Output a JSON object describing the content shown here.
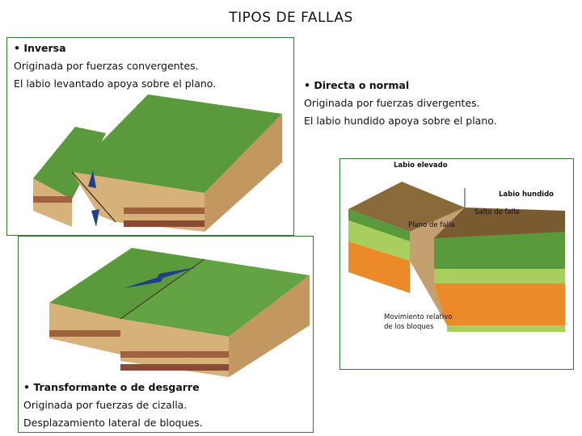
{
  "title": "TIPOS DE FALLAS",
  "inversa": {
    "heading": "• Inversa",
    "line1": "Originada por fuerzas convergentes.",
    "line2": "El labio levantado apoya sobre el plano."
  },
  "transformante": {
    "heading": "• Transformante o de desgarre",
    "line1": "Originada por fuerzas de cizalla.",
    "line2": "Desplazamiento lateral de bloques."
  },
  "directa": {
    "heading": "• Directa o normal",
    "line1": "Originada por fuerzas divergentes.",
    "line2": "El labio hundido apoya sobre el plano.",
    "labels": {
      "labio_elevado": "Labio elevado",
      "labio_hundido": "Labio hundido",
      "plano_falla": "Plano de falla",
      "salto_falla": "Salto de falla",
      "movimiento": "Movimiento relativo",
      "movimiento2": "de los bloques"
    }
  },
  "colors": {
    "grass": "#5a9a3c",
    "sand": "#d6b17a",
    "brown": "#a0623c",
    "orange": "#ec8a2a",
    "lightgreen": "#a8cf5e",
    "arrow": "#1f3f8a",
    "border": "#2e7d32"
  }
}
